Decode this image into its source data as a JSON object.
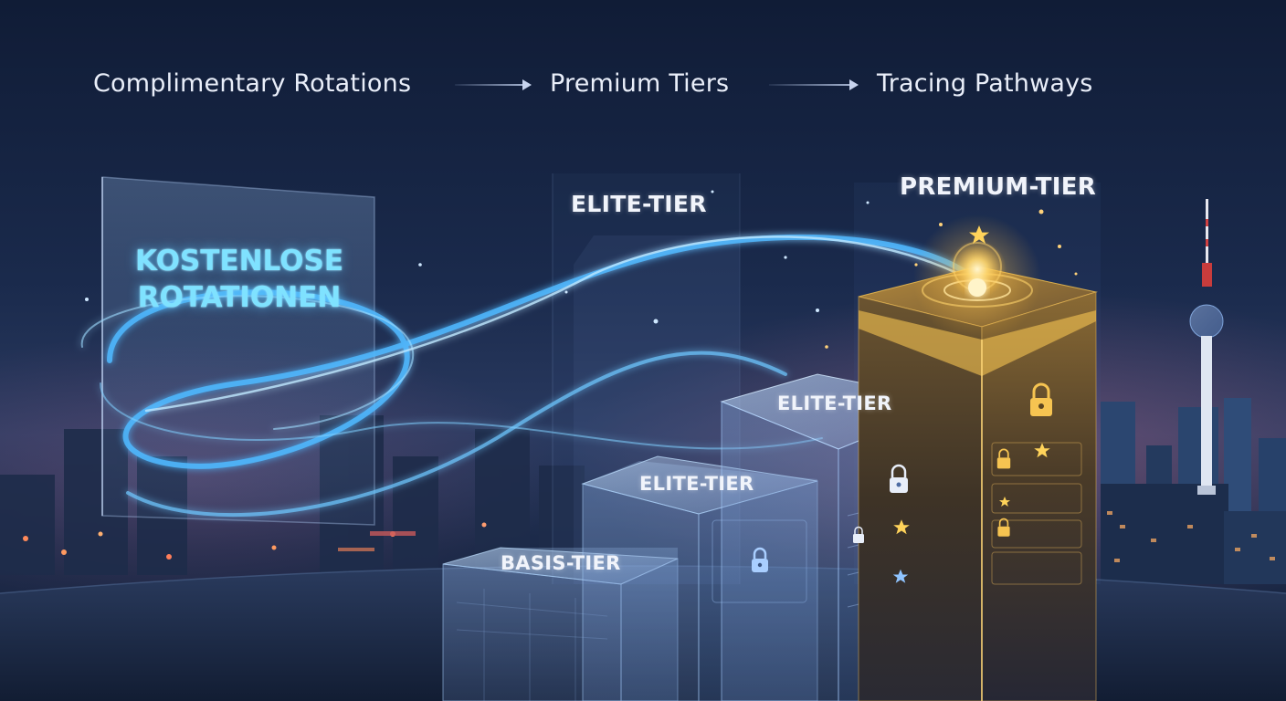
{
  "flow": {
    "steps": [
      {
        "label": "Complimentary Rotations"
      },
      {
        "label": "Premium Tiers"
      },
      {
        "label": "Tracing Pathways"
      }
    ]
  },
  "free_panel": {
    "line1": "KOSTENLOSE",
    "line2": "ROTATIONEN"
  },
  "tiers": {
    "back_elite": "ELITE-TIER",
    "basis": "BASIS-TIER",
    "elite_1": "ELITE-TIER",
    "elite_2": "ELITE-TIER",
    "premium": "PREMIUM-TIER"
  },
  "icons": [
    "lock-icon",
    "star-icon",
    "tv-tower-icon"
  ],
  "colors": {
    "accent_glow": "#7fe2ff",
    "gold": "#f6c451",
    "night_sky": "#101c36"
  }
}
